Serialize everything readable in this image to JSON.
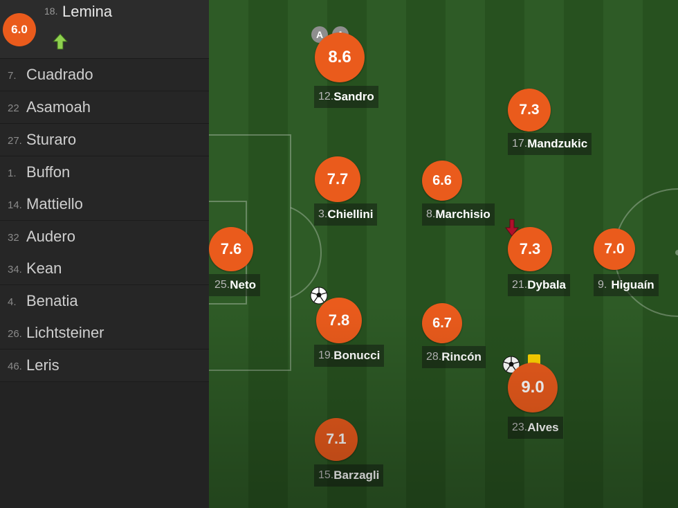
{
  "substitute": {
    "rating": "6.0",
    "number": "18.",
    "name": "Lemina",
    "icon": "sub-in-arrow-icon"
  },
  "bench": [
    {
      "number": "7.",
      "name": "Cuadrado"
    },
    {
      "number": "22",
      "name": "Asamoah"
    },
    {
      "number": "27.",
      "name": "Sturaro"
    },
    {
      "number": "1.",
      "name": "Buffon"
    },
    {
      "number": "14.",
      "name": "Mattiello"
    },
    {
      "number": "32",
      "name": "Audero"
    },
    {
      "number": "34.",
      "name": "Kean"
    },
    {
      "number": "4.",
      "name": "Benatia"
    },
    {
      "number": "26.",
      "name": "Lichtsteiner"
    },
    {
      "number": "46.",
      "name": "Leris"
    }
  ],
  "players": [
    {
      "id": "sandro",
      "rating": "8.6",
      "number": "12.",
      "name": "Sandro",
      "assists": [
        "A",
        "A"
      ]
    },
    {
      "id": "mandzukic",
      "rating": "7.3",
      "number": "17.",
      "name": "Mandzukic"
    },
    {
      "id": "chiellini",
      "rating": "7.7",
      "number": "3.",
      "name": "Chiellini"
    },
    {
      "id": "marchisio",
      "rating": "6.6",
      "number": "8.",
      "name": "Marchisio"
    },
    {
      "id": "neto",
      "rating": "7.6",
      "number": "25.",
      "name": "Neto"
    },
    {
      "id": "dybala",
      "rating": "7.3",
      "number": "21.",
      "name": "Dybala"
    },
    {
      "id": "higuain",
      "rating": "7.0",
      "number": "9.",
      "name": "Higuaín"
    },
    {
      "id": "bonucci",
      "rating": "7.8",
      "number": "19.",
      "name": "Bonucci"
    },
    {
      "id": "rincon",
      "rating": "6.7",
      "number": "28.",
      "name": "Rincón"
    },
    {
      "id": "alves",
      "rating": "9.0",
      "number": "23.",
      "name": "Alves"
    },
    {
      "id": "barzagli",
      "rating": "7.1",
      "number": "15.",
      "name": "Barzagli"
    }
  ],
  "colors": {
    "rating_bubble": "#ea5b1c",
    "pitch_dark": "#27511f",
    "pitch_light": "#2e5b26",
    "yellow_card": "#ffd400",
    "sub_out_arrow": "#b0102a",
    "sub_in_arrow": "#8fd14f"
  }
}
